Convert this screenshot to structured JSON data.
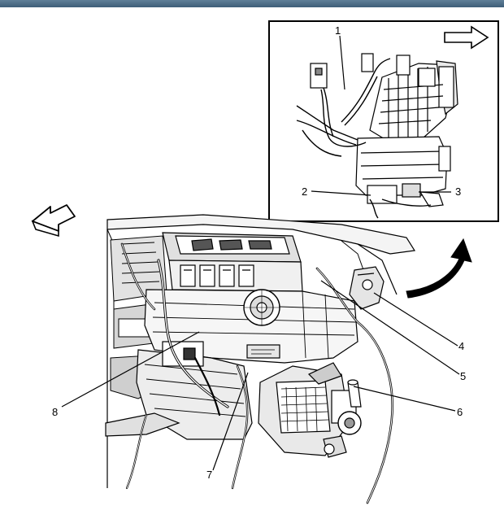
{
  "callouts": [
    {
      "id": "1",
      "label": "1"
    },
    {
      "id": "2",
      "label": "2"
    },
    {
      "id": "3",
      "label": "3"
    },
    {
      "id": "4",
      "label": "4"
    },
    {
      "id": "5",
      "label": "5"
    },
    {
      "id": "6",
      "label": "6"
    },
    {
      "id": "7",
      "label": "7"
    },
    {
      "id": "8",
      "label": "8"
    }
  ],
  "icons": {
    "direction_arrow": "outline-arrow-icon",
    "rotate_arrow": "curved-arrow-icon"
  }
}
